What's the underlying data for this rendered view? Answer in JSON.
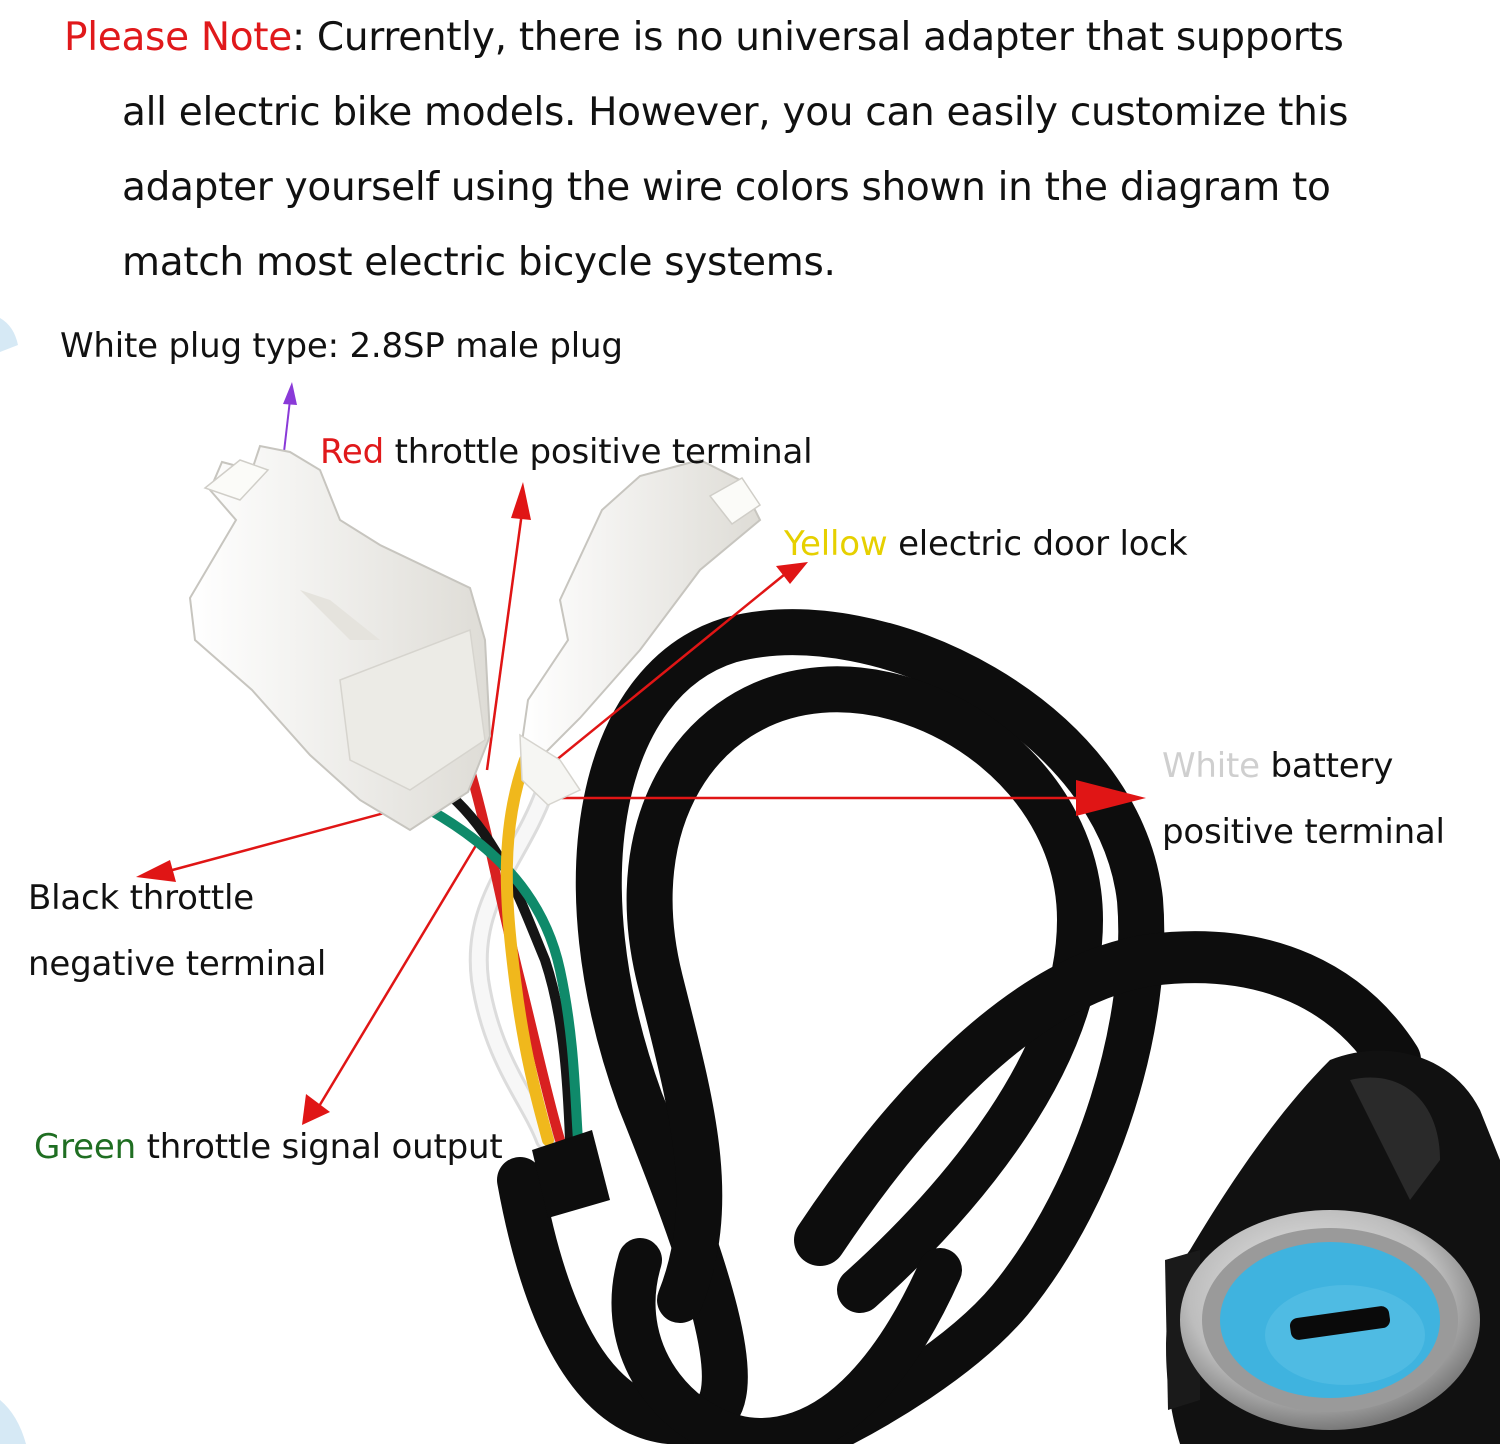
{
  "note": {
    "lead": "Please Note",
    "sep": ":",
    "lines": [
      " Currently, there is no universal adapter that supports",
      "all electric bike models. However, you can easily customize this",
      "adapter yourself using the wire colors shown in the diagram to",
      "match most electric bicycle systems."
    ],
    "lead_color": "#e0191b"
  },
  "labels": {
    "plug_type": {
      "text": "White plug type: 2.8SP male plug"
    },
    "red": {
      "color_word": "Red",
      "rest": " throttle positive terminal",
      "color": "#e0191b"
    },
    "yellow": {
      "color_word": "Yellow",
      "rest": " electric door lock",
      "color": "#e6d000"
    },
    "white": {
      "color_word": "White",
      "rest": " battery",
      "line2": "positive terminal",
      "color": "#cfcfcf"
    },
    "black": {
      "line1": "Black throttle",
      "line2": "negative terminal"
    },
    "green": {
      "color_word": "Green",
      "rest": " throttle signal output",
      "color": "#1f6e22"
    }
  },
  "colors": {
    "arrow_red": "#e01515",
    "arrow_purple": "#8a3ad8",
    "cable": "#0d0d0d",
    "plug": "#f4f4f1",
    "key_blue": "#3fb3df",
    "wire_red": "#d82020",
    "wire_yellow": "#f0b81c",
    "wire_green": "#0f8a6a",
    "wire_black": "#151515",
    "wire_white": "#f3f3f3"
  },
  "icons": [
    "plug-2pin",
    "plug-6pin",
    "ignition-key-switch"
  ]
}
